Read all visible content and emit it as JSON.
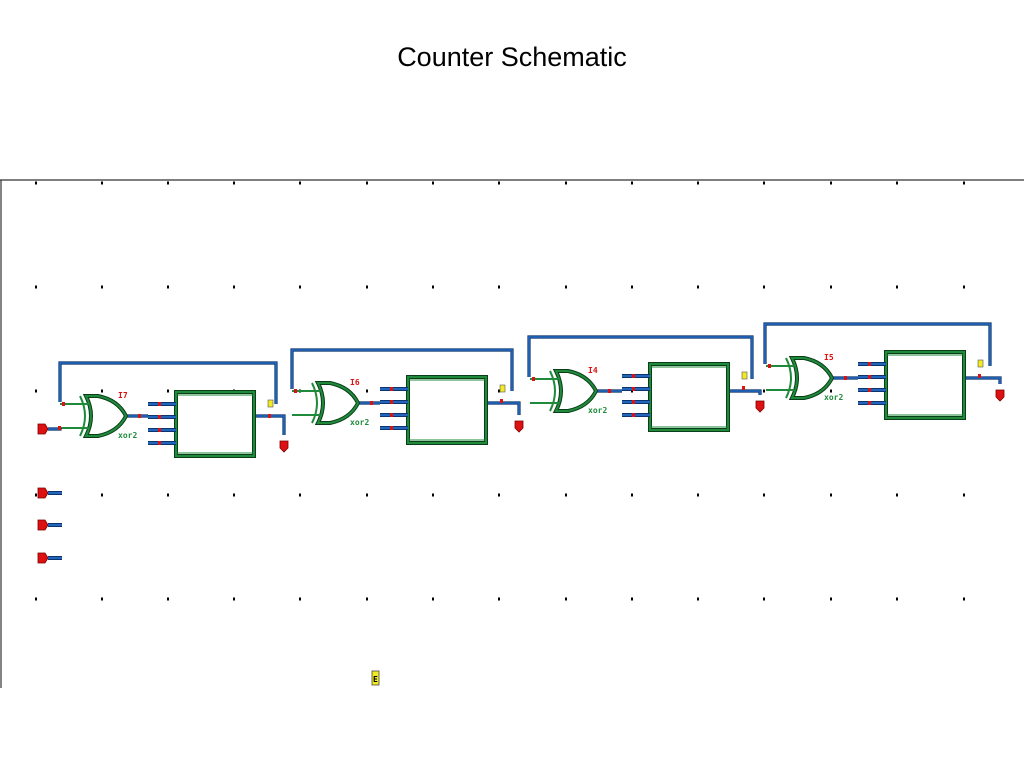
{
  "title": "Counter Schematic",
  "colors": {
    "wire_blue": "#2266bb",
    "body_green": "#1e8a3a",
    "pin_red": "#dd1111",
    "marker_yellow": "#f2ea22",
    "grid_black": "#000000",
    "frame": "#333333"
  },
  "stages": [
    {
      "instance_label": "I7",
      "gate_label": "xor2"
    },
    {
      "instance_label": "I6",
      "gate_label": "xor2"
    },
    {
      "instance_label": "I4",
      "gate_label": "xor2"
    },
    {
      "instance_label": "I5",
      "gate_label": "xor2"
    }
  ],
  "bottom_marker_label": "E"
}
